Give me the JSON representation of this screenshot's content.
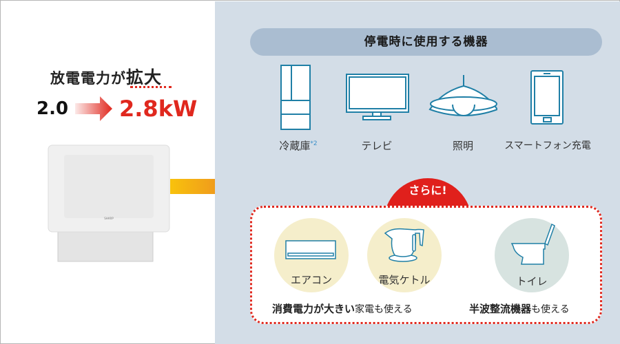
{
  "left": {
    "headline_normal": "放電電力が",
    "headline_emphasis": "拡大",
    "from_value": "2.0",
    "to_value": "2.8kW",
    "device_brand": "SHARP"
  },
  "right": {
    "header": "停電時に使用する機器",
    "appliances": [
      {
        "icon": "refrigerator-icon",
        "label": "冷蔵庫",
        "footnote": "*2"
      },
      {
        "icon": "tv-icon",
        "label": "テレビ"
      },
      {
        "icon": "lamp-icon",
        "label": "照明"
      },
      {
        "icon": "smartphone-icon",
        "label": "スマートフォン充電"
      }
    ],
    "extra_badge": "さらに!",
    "extra_items": [
      {
        "icon": "air-conditioner-icon",
        "label": "エアコン"
      },
      {
        "icon": "kettle-icon",
        "label": "電気ケトル"
      },
      {
        "icon": "toilet-icon",
        "label": "トイレ"
      }
    ],
    "note1_bold": "消費電力が大きい",
    "note1_rest": "家電も使える",
    "note2_bold": "半波整流機器",
    "note2_rest": "も使える"
  },
  "colors": {
    "accent_red": "#e0281e",
    "panel_bg": "#d3dde7",
    "icon_stroke": "#1f7fa6"
  }
}
